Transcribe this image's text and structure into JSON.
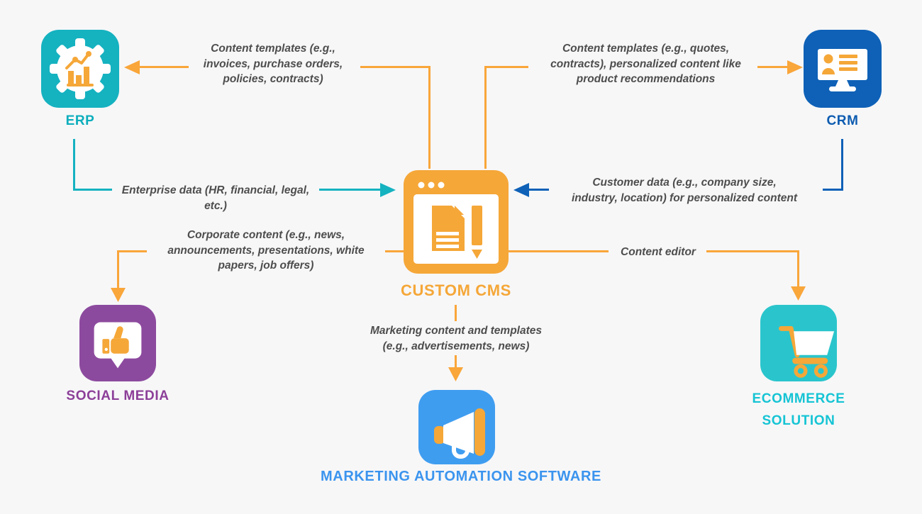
{
  "colors": {
    "background": "#f7f7f8",
    "orange": "#f5a738",
    "orange_line": "#f9a63a",
    "teal": "#15b2c0",
    "teal_label": "#0caebc",
    "cyan": "#2ac5cc",
    "cyan_label": "#15c4d4",
    "blue": "#0e61b7",
    "blue_label": "#0d5cb0",
    "blue_light": "#3f9df0",
    "blue_light_label": "#3b94ee",
    "purple": "#8c4a9e",
    "purple_label": "#8c3f98",
    "text": "#4d4d4d",
    "white": "#ffffff"
  },
  "nodes": {
    "erp": {
      "label": "ERP"
    },
    "crm": {
      "label": "CRM"
    },
    "cms": {
      "label": "CUSTOM CMS"
    },
    "social_media": {
      "label": "SOCIAL MEDIA"
    },
    "marketing_automation": {
      "label": "MARKETING AUTOMATION SOFTWARE"
    },
    "ecommerce": {
      "label": "ECOMMERCE\nSOLUTION"
    }
  },
  "edges": {
    "cms_to_erp": {
      "label": "Content templates (e.g.,\ninvoices, purchase orders,\npolicies, contracts)"
    },
    "cms_to_crm": {
      "label": "Content templates (e.g., quotes,\ncontracts), personalized content like\nproduct recommendations"
    },
    "erp_to_cms": {
      "label": "Enterprise data (HR, financial, legal, etc.)"
    },
    "crm_to_cms": {
      "label": "Customer data (e.g., company size,\nindustry, location) for personalized content"
    },
    "cms_to_social": {
      "label": "Corporate content (e.g., news,\nannouncements, presentations, white\npapers, job offers)"
    },
    "cms_to_ecommerce": {
      "label": "Content editor"
    },
    "cms_to_marketing": {
      "label": "Marketing content and templates\n(e.g., advertisements, news)"
    }
  }
}
